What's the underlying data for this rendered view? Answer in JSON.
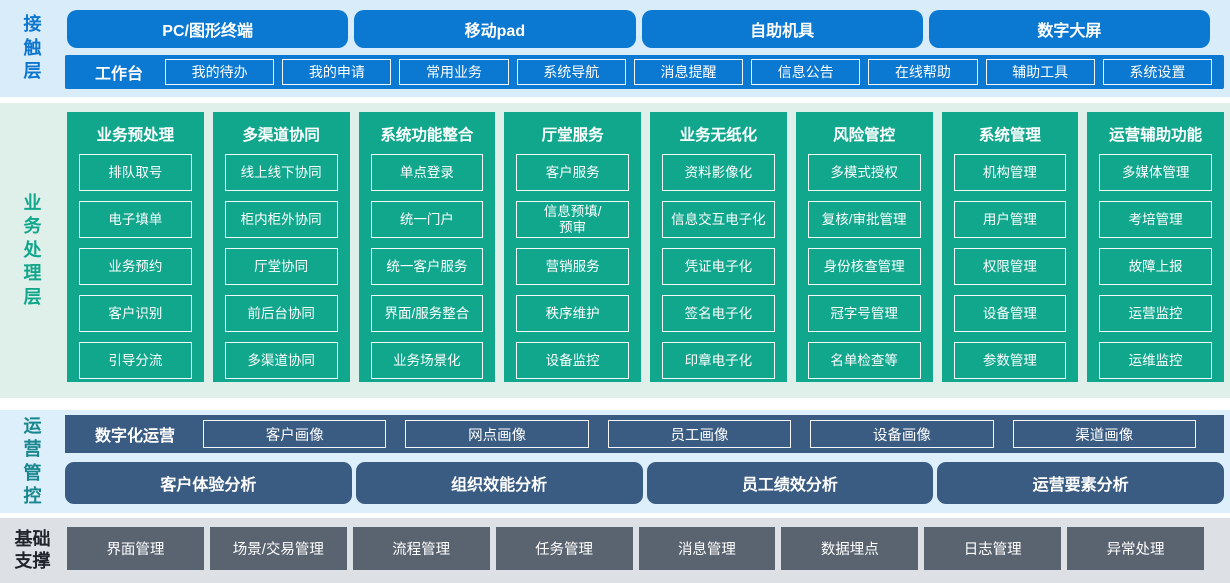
{
  "layers": {
    "contact": {
      "label": "接触层",
      "terminals": [
        "PC/图形终端",
        "移动pad",
        "自助机具",
        "数字大屏"
      ],
      "workbench": {
        "label": "工作台",
        "items": [
          "我的待办",
          "我的申请",
          "常用业务",
          "系统导航",
          "消息提醒",
          "信息公告",
          "在线帮助",
          "辅助工具",
          "系统设置"
        ]
      }
    },
    "business": {
      "label": "业务处理层",
      "columns": [
        {
          "title": "业务预处理",
          "items": [
            "排队取号",
            "电子填单",
            "业务预约",
            "客户识别",
            "引导分流"
          ]
        },
        {
          "title": "多渠道协同",
          "items": [
            "线上线下协同",
            "柜内柜外协同",
            "厅堂协同",
            "前后台协同",
            "多渠道协同"
          ]
        },
        {
          "title": "系统功能整合",
          "items": [
            "单点登录",
            "统一门户",
            "统一客户服务",
            "界面/服务整合",
            "业务场景化"
          ]
        },
        {
          "title": "厅堂服务",
          "items": [
            "客户服务",
            "信息预填/\n预审",
            "营销服务",
            "秩序维护",
            "设备监控"
          ]
        },
        {
          "title": "业务无纸化",
          "items": [
            "资料影像化",
            "信息交互电子化",
            "凭证电子化",
            "签名电子化",
            "印章电子化"
          ]
        },
        {
          "title": "风险管控",
          "items": [
            "多模式授权",
            "复核/审批管理",
            "身份核查管理",
            "冠字号管理",
            "名单检查等"
          ]
        },
        {
          "title": "系统管理",
          "items": [
            "机构管理",
            "用户管理",
            "权限管理",
            "设备管理",
            "参数管理"
          ]
        },
        {
          "title": "运营辅助功能",
          "items": [
            "多媒体管理",
            "考培管理",
            "故障上报",
            "运营监控",
            "运维监控"
          ]
        }
      ]
    },
    "operations": {
      "label": "运营管控",
      "digital_row": {
        "label": "数字化运营",
        "items": [
          "客户画像",
          "网点画像",
          "员工画像",
          "设备画像",
          "渠道画像"
        ]
      },
      "analysis_row": [
        "客户体验分析",
        "组织效能分析",
        "员工绩效分析",
        "运营要素分析"
      ]
    },
    "foundation": {
      "label": "基础支撑",
      "items": [
        "界面管理",
        "场景/交易管理",
        "流程管理",
        "任务管理",
        "消息管理",
        "数据埋点",
        "日志管理",
        "异常处理"
      ]
    }
  },
  "colors": {
    "blue": "#0b78d1",
    "blue_bg": "#d9ecf9",
    "green": "#11a78d",
    "green_bg": "#dff0ea",
    "slate_blue": "#3a5c82",
    "ops_bg": "#ddeffa",
    "gray_box": "#5a6370",
    "gray_bg": "#dde0e4",
    "ops_label_teal": "#17868f",
    "foundation_label_dark": "#20252d"
  }
}
